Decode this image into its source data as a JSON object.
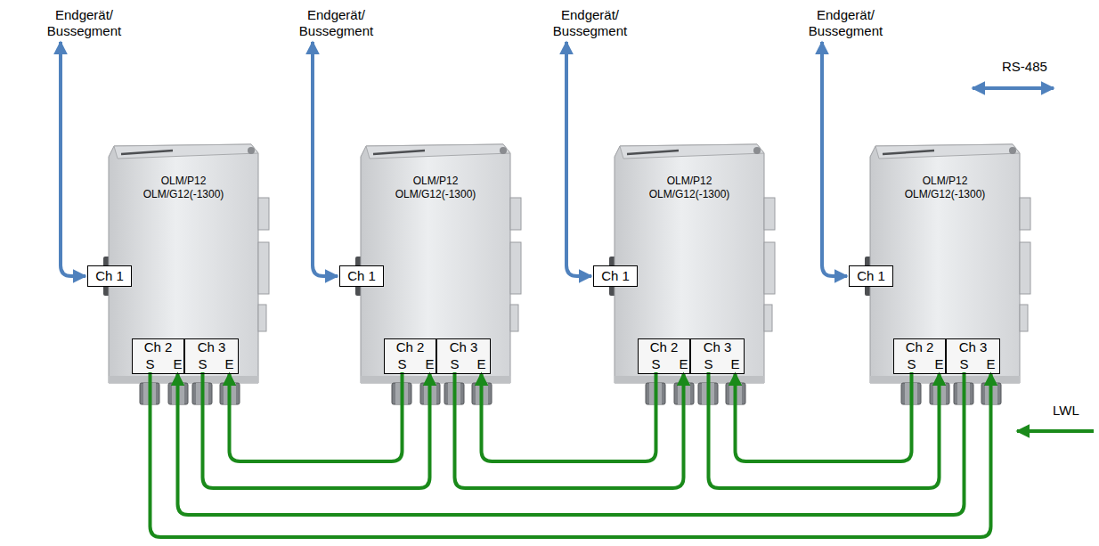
{
  "diagram": {
    "nodes": [
      {
        "text": [
          "Endgerät/ Bussegment"
        ]
      },
      {
        "text": [
          "OLM/P12",
          "OLM/G12(-1300)"
        ]
      },
      {
        "text": [
          "Ch 1"
        ],
        "in": 1
      },
      {
        "text": [
          "Ch 2"
        ],
        "in": 1
      },
      {
        "text": [
          "S"
        ],
        "in": 3
      },
      {
        "text": [
          "E"
        ],
        "in": 3
      },
      {
        "text": [
          "Ch 3"
        ],
        "in": 1
      },
      {
        "text": [
          "S"
        ],
        "in": 6
      },
      {
        "text": [
          "E"
        ],
        "in": 6
      },
      {
        "text": [
          "Endgerät/ Bussegment"
        ]
      },
      {
        "text": [
          "OLM/P12",
          "OLM/G12(-1300)"
        ]
      },
      {
        "text": [
          "Ch 1"
        ],
        "in": 10
      },
      {
        "text": [
          "Ch 2"
        ],
        "in": 10
      },
      {
        "text": [
          "S"
        ],
        "in": 12
      },
      {
        "text": [
          "E"
        ],
        "in": 12
      },
      {
        "text": [
          "Ch 3"
        ],
        "in": 10
      },
      {
        "text": [
          "S"
        ],
        "in": 15
      },
      {
        "text": [
          "E"
        ],
        "in": 15
      },
      {
        "text": [
          "Endgerät/ Bussegment"
        ]
      },
      {
        "text": [
          "OLM/P12",
          "OLM/G12(-1300)"
        ]
      },
      {
        "text": [
          "Ch 1"
        ],
        "in": 19
      },
      {
        "text": [
          "Ch 2"
        ],
        "in": 19
      },
      {
        "text": [
          "S"
        ],
        "in": 21
      },
      {
        "text": [
          "E"
        ],
        "in": 21
      },
      {
        "text": [
          "Ch 3"
        ],
        "in": 19
      },
      {
        "text": [
          "S"
        ],
        "in": 24
      },
      {
        "text": [
          "E"
        ],
        "in": 24
      },
      {
        "text": [
          "Endgerät/ Bussegment"
        ]
      },
      {
        "text": [
          "OLM/P12",
          "OLM/G12(-1300)"
        ]
      },
      {
        "text": [
          "Ch 1"
        ],
        "in": 28
      },
      {
        "text": [
          "Ch 2"
        ],
        "in": 28
      },
      {
        "text": [
          "S"
        ],
        "in": 30
      },
      {
        "text": [
          "E"
        ],
        "in": 30
      },
      {
        "text": [
          "Ch 3"
        ],
        "in": 28
      },
      {
        "text": [
          "S"
        ],
        "in": 33
      },
      {
        "text": [
          "E"
        ],
        "in": 33
      }
    ],
    "edges": [
      {
        "from": 2,
        "to": 0,
        "arrow": "both"
      },
      {
        "from": 11,
        "to": 9,
        "arrow": "both"
      },
      {
        "from": 20,
        "to": 18,
        "arrow": "both"
      },
      {
        "from": 29,
        "to": 27,
        "arrow": "both"
      },
      {
        "from": 7,
        "to": 14,
        "arrow": "to"
      },
      {
        "from": 13,
        "to": 8,
        "arrow": "to"
      },
      {
        "from": 16,
        "to": 23,
        "arrow": "to"
      },
      {
        "from": 22,
        "to": 17,
        "arrow": "to"
      },
      {
        "from": 25,
        "to": 32,
        "arrow": "to"
      },
      {
        "from": 31,
        "to": 26,
        "arrow": "to"
      },
      {
        "from": 4,
        "to": 35,
        "arrow": "to"
      },
      {
        "from": 34,
        "to": 5,
        "arrow": "to"
      }
    ],
    "legend": [
      {
        "text": "RS-485"
      },
      {
        "text": "LWL"
      }
    ]
  }
}
